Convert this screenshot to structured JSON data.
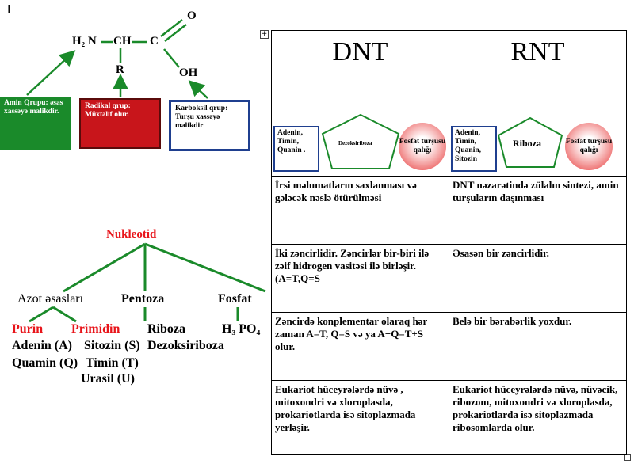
{
  "corner_mark": "I",
  "amino": {
    "h2n": "H₂ N",
    "ch": "CH",
    "c": "C",
    "o": "O",
    "r": "R",
    "oh": "OH",
    "amin_box": "Amin Qrupu: əsas xassəyə malikdir.",
    "radikal_box": "Radikal qrup: Müxtəlif olur.",
    "karboksil_box": "Karboksil qrup: Turşu xassəyə malikdir",
    "colors": {
      "green": "#1a8a2a",
      "red_box": "#c8151b",
      "blue_border": "#1f3f8f"
    }
  },
  "tree": {
    "root": "Nukleotid",
    "azot": "Azot əsasları",
    "pentoza": "Pentoza",
    "fosfat": "Fosfat",
    "purin": "Purin",
    "primidin": "Primidin",
    "riboza": "Riboza",
    "h3po4": "H₃ PO₄",
    "adenin": "Adenin (A)",
    "sitozin": "Sitozin (S)",
    "dezoksiriboza": "Dezoksiriboza",
    "quamin": "Quamin (Q)",
    "timin": "Timin (T)",
    "urasil": "Urasil (U)"
  },
  "table": {
    "header_dnt": "DNT",
    "header_rnt": "RNT",
    "dnt_bases": "Adenin, Timin, Quanin .",
    "dnt_sugar": "Dezoksiriboza",
    "dnt_phos": "Fosfat turşusu qalığı",
    "rnt_bases": "Adenin, Timin, Quanin, Sitozin",
    "rnt_sugar": "Riboza",
    "rnt_phos": "Fosfat turşusu qalığı",
    "rows": [
      {
        "dnt": "İrsi məlumatların saxlanması və gələcək nəslə ötürülməsi",
        "rnt": "DNT nəzarətində zülalın sintezi, amin turşuların daşınması"
      },
      {
        "dnt": "İki zəncirlidir. Zəncirlər bir-biri ilə zəif hidrogen vasitəsi ilə birləşir.(A=T,Q=S",
        "rnt": "Əsasən bir zəncirlidir."
      },
      {
        "dnt": "Zəncirdə konplementar olaraq hər zaman A=T, Q=S və ya A+Q=T+S olur.",
        "rnt": "Belə bir bərabərlik yoxdur."
      },
      {
        "dnt": "Eukariot hüceyrələrdə nüvə , mitoxondri və xloroplasda, prokariotlarda isə sitoplazmada yerləşir.",
        "rnt": "Eukariot hüceyrələrdə nüvə, nüvəcik, ribozom, mitoxondri və xloroplasda, prokariotlarda isə sitoplazmada ribosomlarda olur."
      }
    ]
  }
}
